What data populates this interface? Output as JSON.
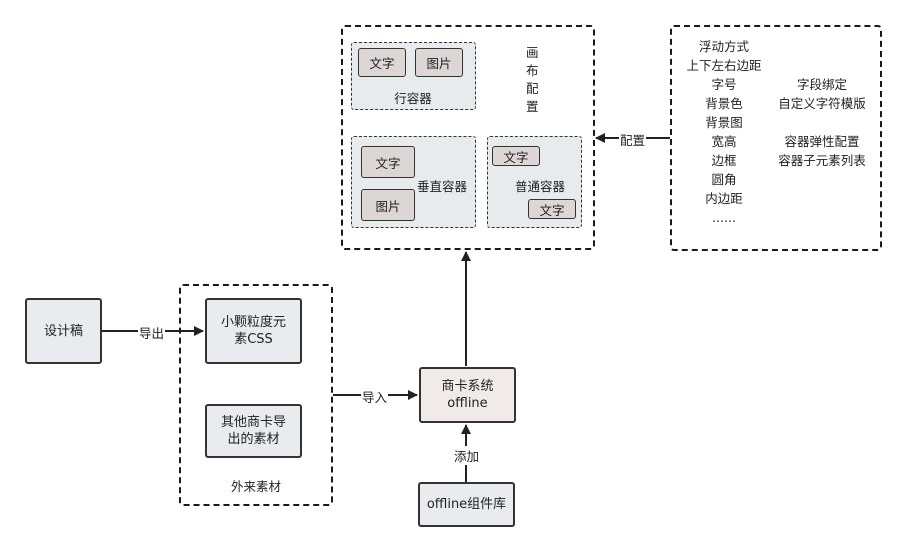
{
  "canvas_config": {
    "row_container": {
      "label": "行容器",
      "chip_text": "文字",
      "chip_image": "图片"
    },
    "vertical_container": {
      "label": "垂直容器",
      "chip_text": "文字",
      "chip_image": "图片"
    },
    "normal_container": {
      "label": "普通容器",
      "chip_text_top": "文字",
      "chip_text_bottom": "文字"
    },
    "title_chars": [
      "画",
      "布",
      "配",
      "置"
    ]
  },
  "config_panel": {
    "left_items": [
      "浮动方式",
      "上下左右边距",
      "字号",
      "背景色",
      "背景图",
      "宽高",
      "边框",
      "圆角",
      "内边距",
      "......"
    ],
    "right_items_top": [
      "字段绑定",
      "自定义字符模版"
    ],
    "right_items_bottom": [
      "容器弹性配置",
      "容器子元素列表"
    ]
  },
  "nodes": {
    "design": "设计稿",
    "small_css": "小颗粒度元素CSS",
    "other_assets": "其他商卡导出的素材",
    "offline_system": "商卡系统\noffline",
    "component_lib": "offline组件库"
  },
  "external_group_label": "外来素材",
  "edges": {
    "export": "导出",
    "import": "导入",
    "add": "添加",
    "configure": "配置"
  }
}
